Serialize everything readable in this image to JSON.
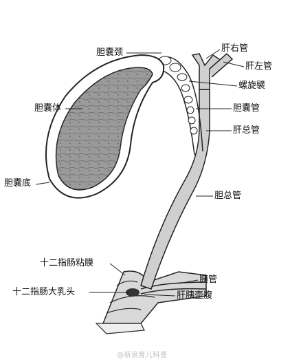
{
  "labels": {
    "gallbladder_neck": "胆囊颈",
    "gallbladder_body": "胆囊体",
    "gallbladder_fundus": "胆囊底",
    "right_hepatic_duct": "肝右管",
    "left_hepatic_duct": "肝左管",
    "spiral_fold": "螺旋襞",
    "cystic_duct": "胆囊管",
    "common_hepatic_duct": "肝总管",
    "common_bile_duct": "胆总管",
    "duodenal_mucosa": "十二指肠粘膜",
    "major_duodenal_papilla": "十二指肠大乳头",
    "pancreatic_duct": "胰管",
    "hepatopancreatic_ampulla": "肝胰壶腹"
  },
  "watermark": "@新浪育儿科普"
}
